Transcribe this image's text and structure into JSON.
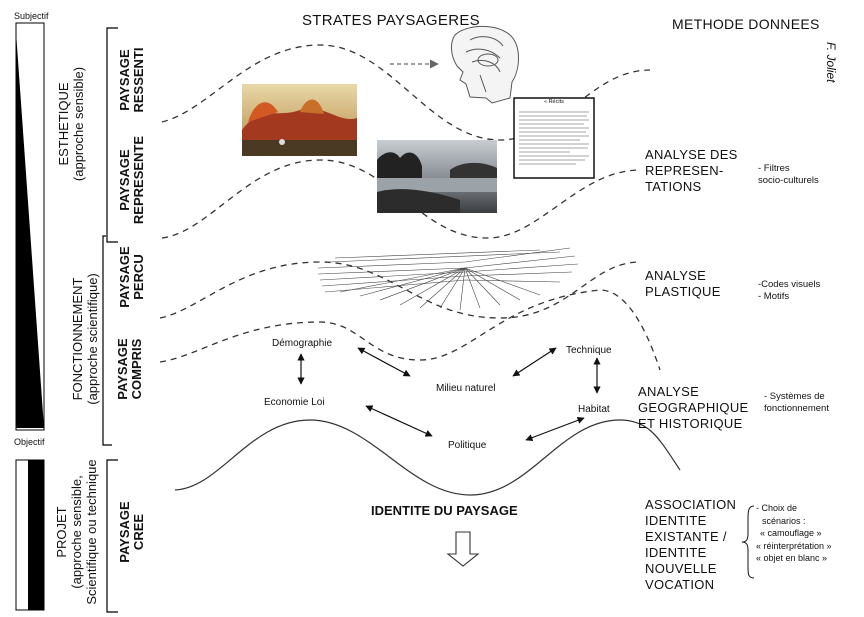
{
  "header": {
    "center_title": "STRATES PAYSAGERES",
    "right_title": "METHODE  DONNEES",
    "author": "F. Joliet"
  },
  "scale": {
    "top_label": "Subjectif",
    "bottom_label": "Objectif"
  },
  "approaches": {
    "esthetique_1": "ESTHETIQUE",
    "esthetique_2": "(approche sensible)",
    "fonctionnement_1": "FONCTIONNEMENT",
    "fonctionnement_2": "(approche scientifique)",
    "projet_1": "PROJET",
    "projet_2": "(approche sensible,",
    "projet_3": "Scientifique  ou technique"
  },
  "strata": {
    "ressenti_1": "PAYSAGE",
    "ressenti_2": "RESSENTI",
    "represente_1": "PAYSAGE",
    "represente_2": "REPRESENTE",
    "percu_1": "PAYSAGE",
    "percu_2": "PERCU",
    "compris_1": "PAYSAGE",
    "compris_2": "COMPRIS",
    "cree_1": "PAYSAGE",
    "cree_2": "CREE"
  },
  "nodes": {
    "demographie": "Démographie",
    "economie": "Economie Loi",
    "milieu": "Milieu naturel",
    "politique": "Politique",
    "technique": "Technique",
    "habitat": "Habitat"
  },
  "identite": "IDENTITE DU PAYSAGE",
  "document_heading": "« Récits",
  "methods": {
    "representations": [
      "ANALYSE DES",
      "REPRESEN-",
      "TATIONS"
    ],
    "plastique": [
      "ANALYSE",
      "PLASTIQUE"
    ],
    "geographique": [
      "ANALYSE",
      "GEOGRAPHIQUE",
      "ET HISTORIQUE"
    ],
    "association": [
      "ASSOCIATION",
      "IDENTITE",
      "EXISTANTE /",
      "IDENTITE",
      "NOUVELLE",
      "VOCATION"
    ]
  },
  "data_notes": {
    "representations": [
      "- Filtres",
      "socio-culturels"
    ],
    "plastique": [
      "-Codes visuels",
      "- Motifs"
    ],
    "geographique": [
      "- Systèmes de",
      "fonctionnement"
    ],
    "association": [
      "- Choix de",
      "scénarios :",
      "« camouflage »",
      "« réinterprétation »",
      "« objet en blanc »"
    ]
  }
}
